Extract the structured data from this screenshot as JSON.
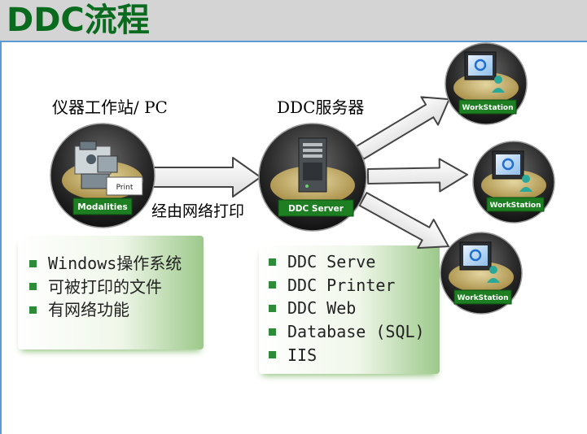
{
  "header": {
    "title": "DDC流程"
  },
  "labels": {
    "modality_heading": "仪器工作站/ PC",
    "server_heading": "DDC服务器",
    "via_network_print": "经由网络打印"
  },
  "nodes": {
    "modalities": {
      "label": "Modalities",
      "print_label": "Print"
    },
    "ddc_server": {
      "label": "DDC Server"
    },
    "workstations": [
      {
        "label": "WorkStation"
      },
      {
        "label": "WorkStation"
      },
      {
        "label": "WorkStation"
      }
    ]
  },
  "modality_requirements": [
    "Windows操作系统",
    "可被打印的文件",
    "有网络功能"
  ],
  "server_components": [
    "DDC Serve",
    "DDC Printer",
    "DDC Web",
    "Database (SQL)",
    "IIS"
  ],
  "colors": {
    "title_green": "#0a6b1f",
    "label_green": "#1e7e22",
    "bullet_green": "#2e8b3a",
    "header_gray": "#d4d4d4",
    "accent_blue": "#5b9bd5"
  },
  "icons": {
    "modality": "medical-scanner-icon",
    "server": "server-tower-icon",
    "workstation": "monitor-user-icon"
  }
}
